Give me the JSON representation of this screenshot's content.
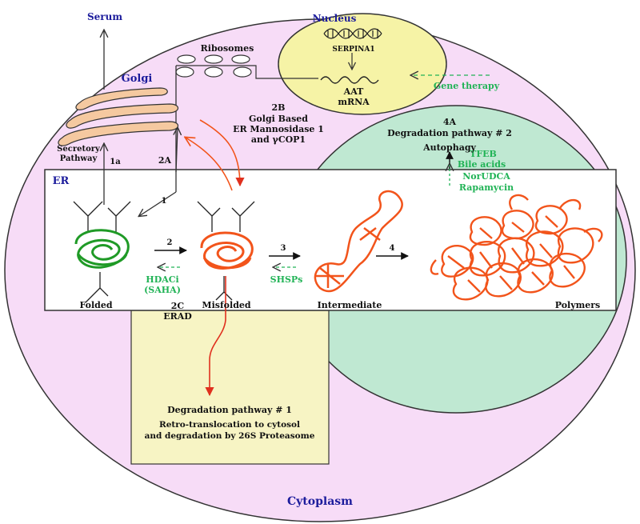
{
  "compartments": {
    "cytoplasm": "Cytoplasm",
    "nucleus": "Nucleus",
    "golgi": "Golgi",
    "er": "ER",
    "ribosomes": "Ribosomes",
    "serum": "Serum"
  },
  "nucleus": {
    "gene": "SERPINA1",
    "mrna_line1": "AAT",
    "mrna_line2": "mRNA"
  },
  "therapies": {
    "gene_therapy": "Gene therapy",
    "hdaci_line1": "HDACi",
    "hdaci_line2": "(SAHA)",
    "shsps": "SHSPs",
    "tfeb": "TFEB",
    "bile_acids": "Bile acids",
    "norudca": "NorUDCA",
    "rapamycin": "Rapamycin"
  },
  "pathways": {
    "secretory_line1": "Secretory",
    "secretory_line2": "Pathway",
    "step_1a": "1a",
    "step_1": "1",
    "step_2": "2",
    "step_2a": "2A",
    "step_3": "3",
    "step_4": "4",
    "step_2b": "2B",
    "golgi_based_1": "Golgi Based",
    "golgi_based_2": "ER Mannosidase 1",
    "golgi_based_3": "and γCOP1",
    "step_4a": "4A",
    "deg2_title": "Degradation pathway # 2",
    "autophagy": "Autophagy",
    "step_2c": "2C",
    "erad": "ERAD",
    "deg1_title": "Degradation pathway # 1",
    "deg1_line1": "Retro-translocation to cytosol",
    "deg1_line2": "and degradation by 26S Proteasome"
  },
  "states": {
    "folded": "Folded",
    "misfolded": "Misfolded",
    "intermediate": "Intermediate",
    "polymers": "Polymers"
  },
  "colors": {
    "cytoplasm_fill": "#f7dcf7",
    "nucleus_fill": "#f6f3a6",
    "autophagy_fill": "#bfe8d2",
    "er_fill": "#ffffff",
    "deg1_fill": "#f7f4c4",
    "golgi_fill": "#f5c9a0",
    "folded_protein": "#1f9a26",
    "misfolded_protein": "#f2541b",
    "label_blue": "#1c1c9c",
    "therapy_green": "#21b356",
    "erad_arrow": "#e0301e"
  }
}
